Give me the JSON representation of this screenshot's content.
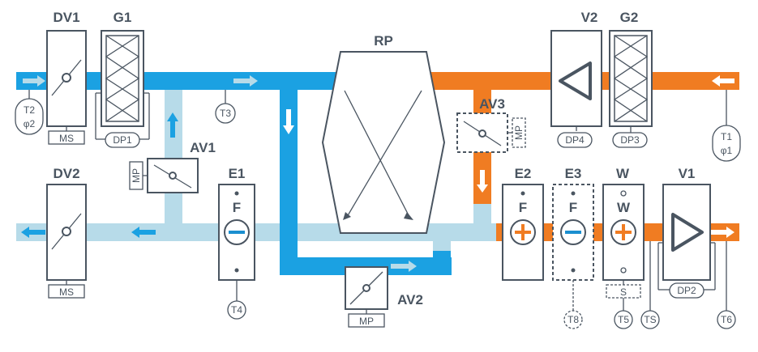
{
  "labels": {
    "dv1": "DV1",
    "g1": "G1",
    "rp": "RP",
    "v2": "V2",
    "g2": "G2",
    "av3": "AV3",
    "av1": "AV1",
    "dv2": "DV2",
    "e1": "E1",
    "e2": "E2",
    "e3": "E3",
    "w": "W",
    "v1": "V1",
    "av2": "AV2"
  },
  "small_labels": {
    "ms_top": "MS",
    "dp1": "DP1",
    "mp_av1": "MP",
    "ms_bottom": "MS",
    "mp_av2": "MP",
    "mp_av3": "MP",
    "dp4": "DP4",
    "dp3": "DP3",
    "dp2": "DP2",
    "s": "S",
    "ts": "TS"
  },
  "sensors": {
    "t2": "T2",
    "phi2": "φ2",
    "t3": "T3",
    "t1": "T1",
    "phi1": "φ1",
    "t4": "T4",
    "t8": "T8",
    "t5": "T5",
    "t6": "T6"
  },
  "symbols": {
    "e1_f": "F",
    "e2_f": "F",
    "e3_f": "F",
    "w_w": "W"
  },
  "colors": {
    "supply_cold": "#1ba1e2",
    "exhaust_light": "#b7dbe9",
    "warm": "#f07c22",
    "stroke": "#4a5561",
    "heater": "#f07c22",
    "cooler": "#1b8fd0"
  }
}
